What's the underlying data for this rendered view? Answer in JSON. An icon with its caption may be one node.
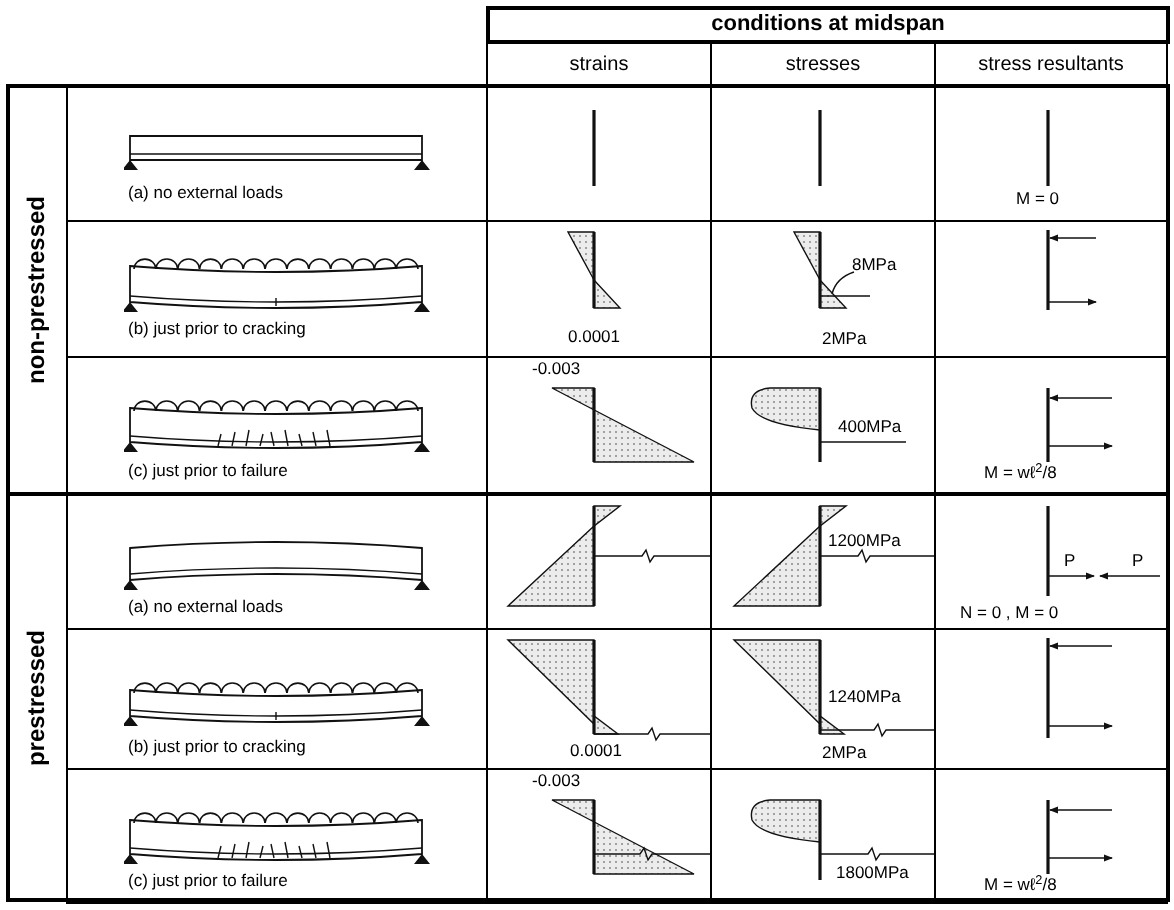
{
  "diagram": {
    "labels": [
      "conditions at midspan",
      "strains",
      "stresses",
      "stress resultants",
      "non-prestressed",
      "(a) no external loads",
      "M = 0",
      "(b) just prior to cracking",
      "0.0001",
      "8MPa",
      "2MPa",
      "(c) just prior to failure",
      "-0.003",
      "400MPa",
      "M = wℓ$^{2}$/8",
      "prestressed",
      "(a) no external loads",
      "1200MPa",
      "P",
      "P",
      "N = 0 ,  M = 0",
      "(b) just prior to cracking",
      "0.0001",
      "1240MPa",
      "2MPa",
      "(c) just prior to failure",
      "-0.003",
      "1800MPa",
      "M = wℓ$^{2}$/8"
    ]
  }
}
